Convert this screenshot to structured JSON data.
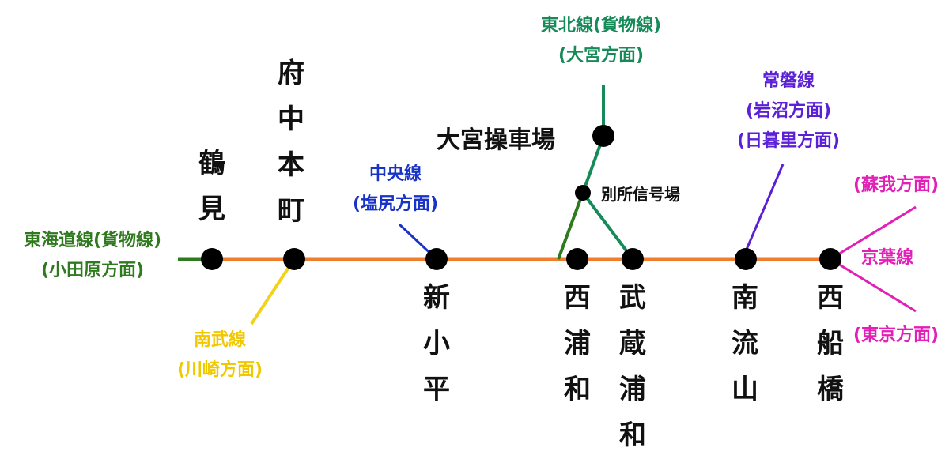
{
  "colors": {
    "musashino": "#ee7d2e",
    "tokaido": "#2f7a1f",
    "nambu": "#f2d21b",
    "chuo": "#1a33c7",
    "tohoku": "#178a5a",
    "joban": "#5b1fd6",
    "keiyo": "#e21fb6",
    "node": "#000000",
    "text": "#111111"
  },
  "stations": {
    "tsurumi": "鶴見",
    "fuchuhommachi": "府中本町",
    "shinkodaira": "新小平",
    "nishiurawa": "西浦和",
    "musashiurawa": "武蔵浦和",
    "minaminagareyama": "南流山",
    "nishifunabashi": "西船橋"
  },
  "yards": {
    "omiya_yard": "大宮操車場",
    "bessho_signal": "別所信号場"
  },
  "connections": {
    "tokaido": {
      "line": "東海道線(貨物線)",
      "direction": "(小田原方面)"
    },
    "nambu": {
      "line": "南武線",
      "direction": "(川崎方面)"
    },
    "chuo": {
      "line": "中央線",
      "direction": "(塩尻方面)"
    },
    "tohoku": {
      "line": "東北線(貨物線)",
      "direction": "(大宮方面)"
    },
    "joban": {
      "line": "常磐線",
      "direction1": "(岩沼方面)",
      "direction2": "(日暮里方面)"
    },
    "keiyo": {
      "line": "京葉線",
      "direction_soga": "(蘇我方面)",
      "direction_tokyo": "(東京方面)"
    }
  }
}
